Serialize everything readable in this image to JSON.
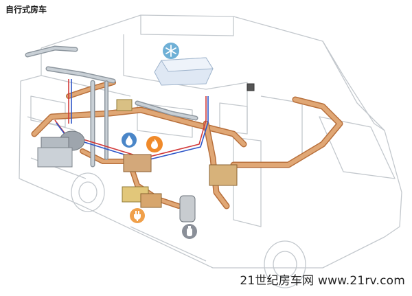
{
  "title": "自行式房车",
  "watermark": "21世纪房车网 www.21rv.com",
  "icons": [
    {
      "name": "snowflake-icon",
      "meaning": "air-conditioning",
      "color": "#6fb0d6"
    },
    {
      "name": "water-drop-icon",
      "meaning": "water",
      "color": "#4a86c8"
    },
    {
      "name": "flame-icon",
      "meaning": "heating",
      "color": "#f08a2a"
    },
    {
      "name": "plug-icon",
      "meaning": "electricity",
      "color": "#f0a04a"
    },
    {
      "name": "gas-bottle-icon",
      "meaning": "gas",
      "color": "#8a8f98"
    }
  ],
  "colors": {
    "duct": "#d99a66",
    "duct_dark": "#b8703c",
    "pipe_red": "#d23a3a",
    "pipe_blue": "#2d55c8",
    "chassis_line": "#bfc4c9"
  }
}
